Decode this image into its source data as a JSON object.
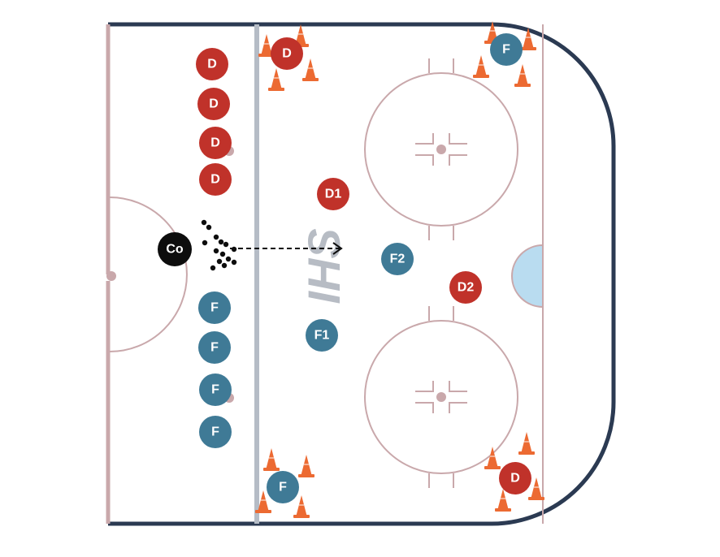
{
  "colors": {
    "rink_border": "#2b3a52",
    "rink_line": "#c9a8ab",
    "blue_line": "#b5bcc6",
    "defense": "#c0322a",
    "forward": "#3f7a96",
    "coach": "#0d0d0d",
    "cone": "#ec6a32",
    "crease": "#b9dcf0",
    "logo": "#b7bcc4"
  },
  "logo": {
    "text": "IHS"
  },
  "players": {
    "defense_line": [
      "D",
      "D",
      "D",
      "D"
    ],
    "forward_line": [
      "F",
      "F",
      "F",
      "F"
    ],
    "coach": "Co",
    "d1": "D1",
    "d2": "D2",
    "f1": "F1",
    "f2": "F2",
    "corner_top_left": "D",
    "corner_top_right": "F",
    "corner_bottom_left": "F",
    "corner_bottom_right": "D"
  }
}
